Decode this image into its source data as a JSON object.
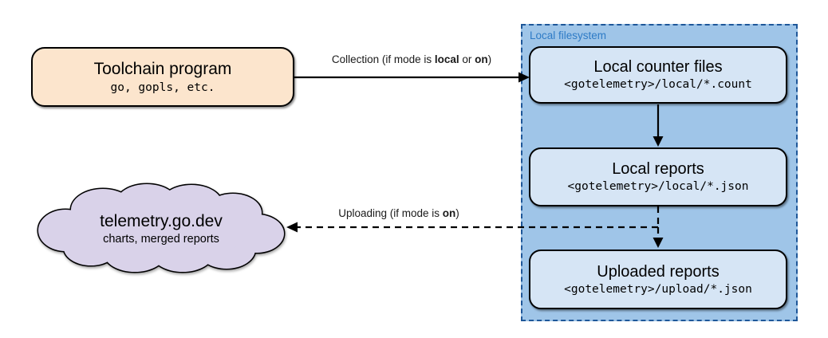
{
  "toolchain": {
    "title": "Toolchain program",
    "subtitle": "go, gopls, etc.",
    "fill": "#FCE5CD"
  },
  "collection_arrow": {
    "parts": [
      {
        "text": "Collection (if mode is ",
        "bold": false
      },
      {
        "text": "local",
        "bold": true
      },
      {
        "text": " or ",
        "bold": false
      },
      {
        "text": "on",
        "bold": true
      },
      {
        "text": ")",
        "bold": false
      }
    ]
  },
  "uploading_arrow": {
    "parts": [
      {
        "text": "Uploading (if mode is ",
        "bold": false
      },
      {
        "text": "on",
        "bold": true
      },
      {
        "text": ")",
        "bold": false
      }
    ]
  },
  "filesystem": {
    "label": "Local filesystem",
    "fill": "#9FC5E8",
    "border_color": "#1E5799",
    "label_color": "#2E7BC6",
    "box_fill": "#D6E5F5",
    "boxes": [
      {
        "title": "Local counter files",
        "path": "<gotelemetry>/local/*.count"
      },
      {
        "title": "Local reports",
        "path": "<gotelemetry>/local/*.json"
      },
      {
        "title": "Uploaded reports",
        "path": "<gotelemetry>/upload/*.json"
      }
    ]
  },
  "cloud": {
    "title": "telemetry.go.dev",
    "subtitle": "charts, merged reports",
    "fill": "#D9D2E9"
  },
  "connector_color": "#000000"
}
